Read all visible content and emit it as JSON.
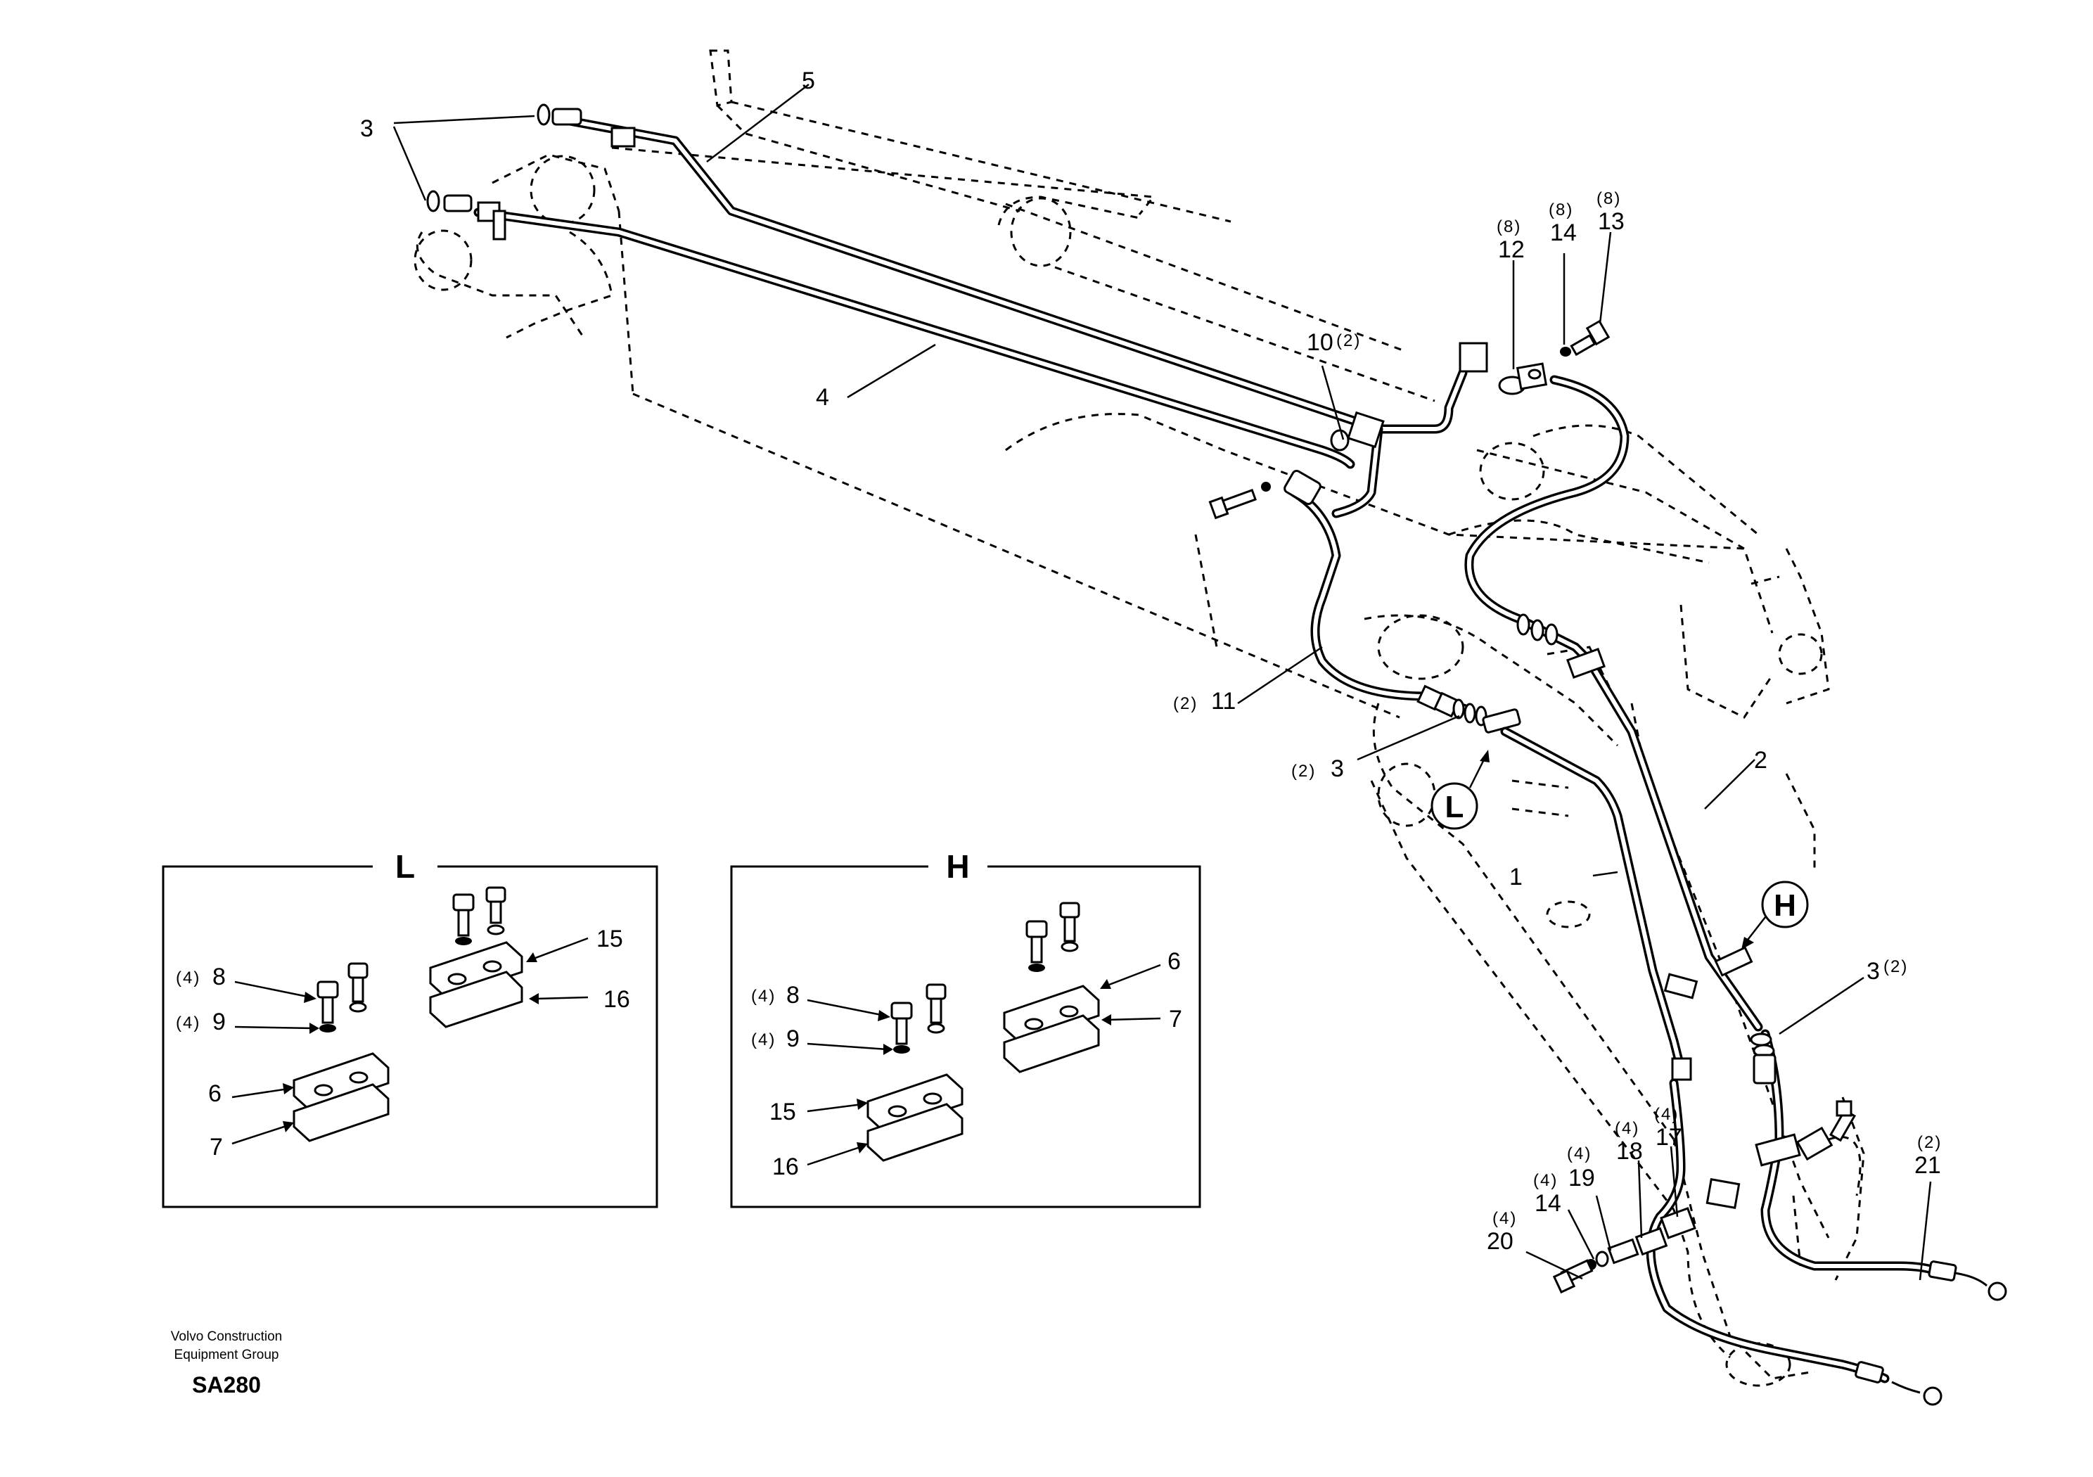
{
  "labels": [
    {
      "qty": "",
      "num": "1"
    },
    {
      "qty": "",
      "num": "2"
    },
    {
      "qty": "",
      "num": "3"
    },
    {
      "qty": "(2)",
      "num": "3"
    },
    {
      "qty": "(2)",
      "num": "3"
    },
    {
      "qty": "",
      "num": "4"
    },
    {
      "qty": "",
      "num": "5"
    },
    {
      "qty": "(2)",
      "num": "10"
    },
    {
      "qty": "(2)",
      "num": "11"
    },
    {
      "qty": "(8)",
      "num": "12"
    },
    {
      "qty": "(8)",
      "num": "14"
    },
    {
      "qty": "(8)",
      "num": "13"
    },
    {
      "qty": "(4)",
      "num": "17"
    },
    {
      "qty": "(4)",
      "num": "18"
    },
    {
      "qty": "(4)",
      "num": "19"
    },
    {
      "qty": "(4)",
      "num": "14"
    },
    {
      "qty": "(4)",
      "num": "20"
    },
    {
      "qty": "(2)",
      "num": "21"
    }
  ],
  "callouts": {
    "l": "L",
    "h": "H"
  },
  "detail_l": {
    "title": "L",
    "labels": [
      {
        "qty": "(4)",
        "num": "8"
      },
      {
        "qty": "(4)",
        "num": "9"
      },
      {
        "qty": "",
        "num": "6"
      },
      {
        "qty": "",
        "num": "7"
      },
      {
        "qty": "",
        "num": "15"
      },
      {
        "qty": "",
        "num": "16"
      }
    ]
  },
  "detail_h": {
    "title": "H",
    "labels": [
      {
        "qty": "(4)",
        "num": "8"
      },
      {
        "qty": "(4)",
        "num": "9"
      },
      {
        "qty": "",
        "num": "15"
      },
      {
        "qty": "",
        "num": "16"
      },
      {
        "qty": "",
        "num": "6"
      },
      {
        "qty": "",
        "num": "7"
      }
    ]
  },
  "footer": {
    "company_line1": "Volvo Construction",
    "company_line2": "Equipment Group",
    "code": "SA280"
  }
}
